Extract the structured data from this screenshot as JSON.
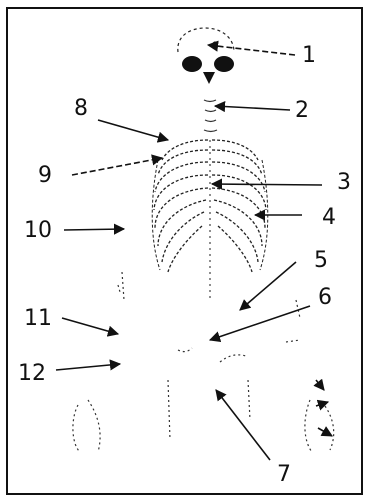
{
  "colors": {
    "ink": "#111111",
    "background": "#ffffff",
    "border": "#111111"
  },
  "labels": [
    {
      "id": "1",
      "text": "1"
    },
    {
      "id": "2",
      "text": "2"
    },
    {
      "id": "3",
      "text": "3"
    },
    {
      "id": "4",
      "text": "4"
    },
    {
      "id": "5",
      "text": "5"
    },
    {
      "id": "6",
      "text": "6"
    },
    {
      "id": "7",
      "text": "7"
    },
    {
      "id": "8",
      "text": "8"
    },
    {
      "id": "9",
      "text": "9"
    },
    {
      "id": "10",
      "text": "10"
    },
    {
      "id": "11",
      "text": "11"
    },
    {
      "id": "12",
      "text": "12"
    }
  ]
}
